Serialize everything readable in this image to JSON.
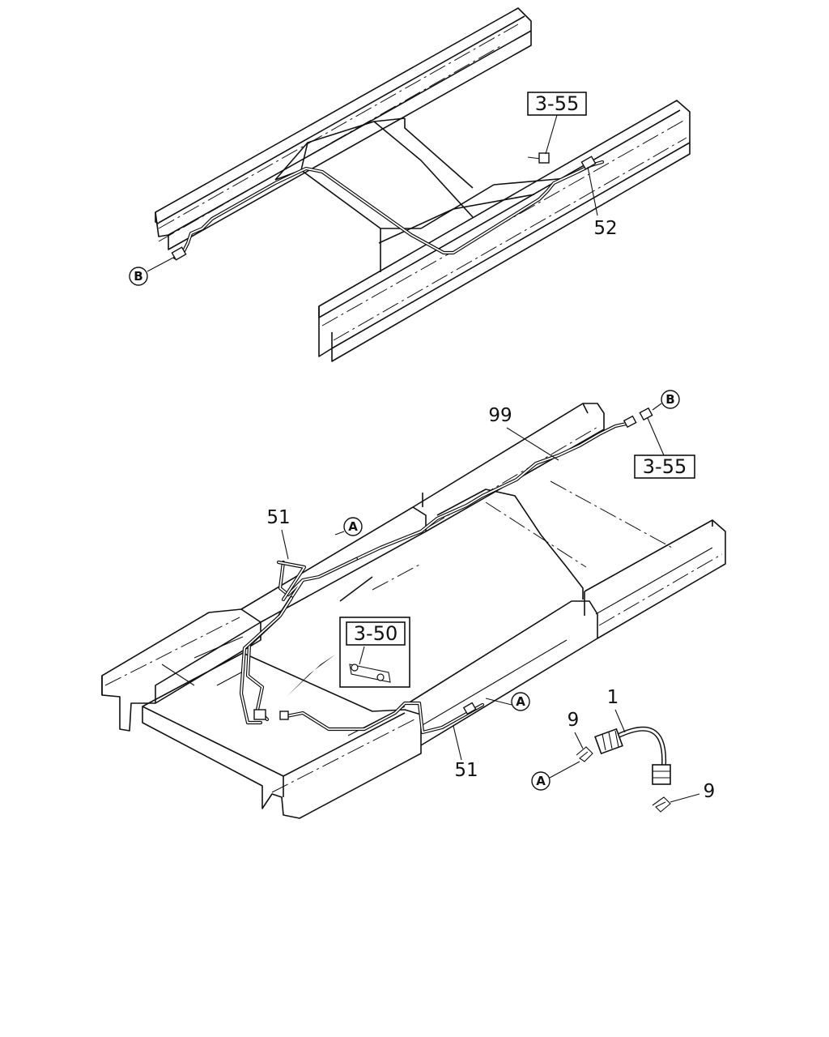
{
  "callouts": {
    "ref_top": "3-55",
    "ref_right": "3-55",
    "ref_inset": "3-50",
    "part_52": "52",
    "part_99": "99",
    "part_51_upper": "51",
    "part_51_lower": "51",
    "part_1": "1",
    "part_9_left": "9",
    "part_9_right": "9"
  },
  "markers": {
    "b_top": "B",
    "b_right": "B",
    "a_upper": "A",
    "a_lower": "A",
    "a_clip": "A"
  },
  "colors": {
    "line": "#111111",
    "background": "#ffffff"
  }
}
